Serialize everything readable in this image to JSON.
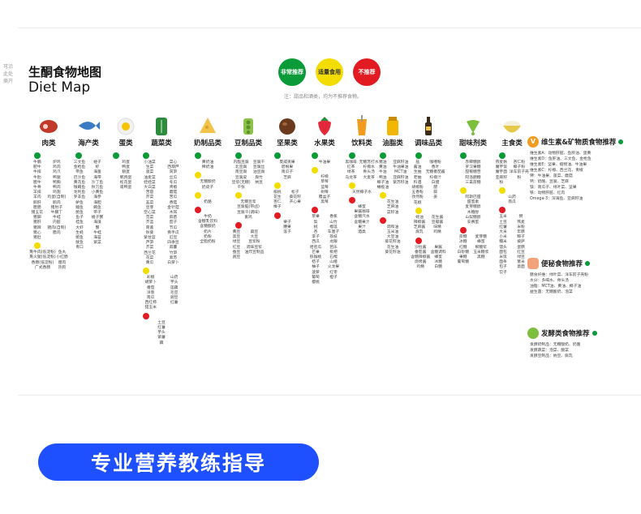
{
  "side_note": "可沿此处撕开",
  "title_cn": "生酮食物地图",
  "title_en": "Diet Map",
  "legend": [
    {
      "label": "非常推荐",
      "color": "#0a9b38"
    },
    {
      "label": "适量食用",
      "color": "#f3dc00"
    },
    {
      "label": "不推荐",
      "color": "#e21b23"
    }
  ],
  "legend_note": "注：甜品和酒类，均为不推荐食物。",
  "columns": [
    {
      "title": "肉类",
      "icon": "steak-icon",
      "groups": [
        {
          "dot": "g",
          "items": [
            "牛腩",
            "肥牛",
            "牛排",
            "牛肋",
            "腊牛",
            "牛骨",
            "羊排",
            "羊肉",
            "鹅肝",
            "腊肠",
            "猪五花",
            "猪脚",
            "猪肝",
            "猪蹄",
            "猪心",
            "猪肚",
            "炉鸡",
            "鸡肉",
            "鸡爪",
            "鸭腿",
            "鸭胸",
            "鸭肉",
            "鸡翅",
            "鸡蛋(自制)",
            "鹅肉",
            "猪肘子",
            "牛腩丁",
            "牛蛙",
            "内脏",
            "猪肉(自制)",
            "腊肉"
          ]
        },
        {
          "dot": "y",
          "items": [
            "熏牛肉(低淀粉)",
            "熏火腿(低淀粉)",
            "香肠(低淀粉)",
            "广式香肠",
            "鱼丸",
            "小红肠",
            "腊肉",
            "热狗"
          ]
        }
      ]
    },
    {
      "title": "海产类",
      "icon": "fish-icon",
      "groups": [
        {
          "dot": "g",
          "items": [
            "三文鱼",
            "金枪鱼",
            "带鱼",
            "巴沙鱼",
            "黄花鱼",
            "银鳕鱼",
            "龙利鱼",
            "罗非鱼",
            "鲈鱼",
            "鳗鱼",
            "鲍鱼",
            "鱼子",
            "桂鱼",
            "大虾",
            "生蚝",
            "鲍鱼",
            "鱿鱼",
            "青口",
            "蛏子",
            "虾",
            "海蜇",
            "海带",
            "沙丁鱼",
            "秋刀鱼",
            "小黄鱼",
            "海参",
            "海胆",
            "鳕鱼",
            "带子",
            "梭子蟹",
            "海藻",
            "蟹",
            "牛蛙",
            "海苔",
            "紫菜"
          ]
        }
      ]
    },
    {
      "title": "蛋类",
      "icon": "egg-icon",
      "groups": [
        {
          "dot": "g",
          "items": [
            "鸡蛋",
            "鸭蛋",
            "鹅蛋",
            "鹌鹑蛋",
            "松花蛋",
            "咸鸭蛋"
          ]
        }
      ]
    },
    {
      "title": "蔬菜类",
      "icon": "vegetable-icon",
      "groups": [
        {
          "dot": "g",
          "items": [
            "小油菜",
            "生菜",
            "菠菜",
            "油麦菜",
            "娃娃菜",
            "大白菜",
            "苦苣",
            "芹菜",
            "韭菜",
            "豆芽",
            "空心菜",
            "苋菜",
            "芥蓝",
            "茼蒿",
            "秋葵",
            "紫甘蓝",
            "芦笋",
            "芥菜",
            "西兰花",
            "花菜",
            "黄瓜",
            "菜心",
            "西葫芦",
            "莴笋",
            "丝瓜",
            "冬瓜",
            "青椒",
            "蘑菇",
            "苦瓜",
            "香菇",
            "金针菇",
            "木耳",
            "蒜苗",
            "茄子",
            "节瓜",
            "佛手瓜",
            "豇豆",
            "四季豆",
            "蒜薹",
            "竹笋",
            "紫苏",
            "白萝卜"
          ]
        },
        {
          "dot": "y",
          "items": [
            "彩椒",
            "胡萝卜",
            "番茄",
            "洋葱",
            "南瓜",
            "西红柿",
            "甜玉米",
            "山药",
            "芋头",
            "莲藕",
            "毛豆",
            "豌豆",
            "红薯"
          ]
        },
        {
          "dot": "r",
          "items": [
            "土豆",
            "红薯",
            "芋头",
            "紫薯",
            "藕"
          ]
        }
      ]
    },
    {
      "title": "奶制品类",
      "icon": "cheese-icon",
      "groups": [
        {
          "dot": "g",
          "items": [
            "黄奶油",
            "稀奶油"
          ]
        },
        {
          "dot": "y",
          "items": [
            "无糖酸奶",
            "奶皮子"
          ]
        },
        {
          "dot": "y",
          "items": [
            "奶酪"
          ]
        },
        {
          "dot": "r",
          "items": [
            "牛奶",
            "含糖乳饮料",
            "含糖酸奶",
            "奶片",
            "奶粉",
            "全脂奶粉"
          ]
        }
      ]
    },
    {
      "title": "豆制品类",
      "icon": "beans-icon",
      "groups": [
        {
          "dot": "g",
          "items": [
            "内酯豆腐",
            "北豆腐",
            "南豆腐",
            "豆腐皮",
            "豆浆(无糖)",
            "千张",
            "豆腐干",
            "豆腐丝",
            "油豆腐",
            "腐竹",
            "纳豆"
          ]
        },
        {
          "dot": "y",
          "items": [
            "无糖豆浆",
            "豆腐脑(带卤)",
            "豆腐干(调味)",
            "素鸡"
          ]
        },
        {
          "dot": "r",
          "items": [
            "黄豆",
            "黑豆",
            "绿豆",
            "红豆",
            "蚕豆",
            "豌豆",
            "扁豆",
            "大豆",
            "豆浆粉",
            "调味豆浆",
            "油炸豆制品"
          ]
        }
      ]
    },
    {
      "title": "坚果类",
      "icon": "nut-icon",
      "groups": [
        {
          "dot": "g",
          "items": [
            "夏威夷果",
            "碧根果",
            "南瓜子",
            "芝麻"
          ]
        },
        {
          "dot": "y",
          "items": [
            "核桃",
            "花生",
            "杏仁",
            "榛子",
            "松子",
            "葵花籽",
            "开心果"
          ]
        },
        {
          "dot": "r",
          "items": [
            "栗子",
            "腰果",
            "莲子"
          ]
        }
      ]
    },
    {
      "title": "水果类",
      "icon": "strawberry-icon",
      "groups": [
        {
          "dot": "g",
          "items": [
            "牛油果"
          ]
        },
        {
          "dot": "y",
          "items": [
            "柠檬",
            "草莓",
            "蓝莓",
            "树莓",
            "覆盆子",
            "黑莓"
          ]
        },
        {
          "dot": "r",
          "items": [
            "苹果",
            "梨",
            "桃",
            "杏",
            "李子",
            "西瓜",
            "哈密瓜",
            "芒果",
            "猕猴桃",
            "桔子",
            "柚子",
            "菠萝",
            "葡萄",
            "樱桃",
            "香蕉",
            "山竹",
            "榴莲",
            "车厘子",
            "荔枝",
            "龙眼",
            "芭乐",
            "枇杷",
            "石榴",
            "山楂",
            "火龙果",
            "红枣",
            "橙子"
          ]
        }
      ]
    },
    {
      "title": "饮料类",
      "icon": "drink-icon",
      "groups": [
        {
          "dot": "g",
          "items": [
            "黑咖啡",
            "红茶",
            "绿茶",
            "乌龙茶",
            "无糖苏打水",
            "柠檬水",
            "骨头汤",
            "大麦茶"
          ]
        },
        {
          "dot": "y",
          "items": [
            "天然椰子水"
          ]
        },
        {
          "dot": "r",
          "items": [
            "蜂蜜",
            "果酱咖啡",
            "含糖汽水",
            "含糖果汁",
            "果汁",
            "酒类"
          ]
        }
      ]
    },
    {
      "title": "油脂类",
      "icon": "oil-icon",
      "groups": [
        {
          "dot": "g",
          "items": [
            "猪油",
            "黄油",
            "牛油",
            "鸭油",
            "椰子油",
            "橄榄油",
            "亚麻籽油",
            "牛油果油",
            "MCT油",
            "亚麻籽油",
            "紫苏籽油"
          ]
        },
        {
          "dot": "y",
          "items": [
            "花生油",
            "芝麻油",
            "菜籽油"
          ]
        },
        {
          "dot": "r",
          "items": [
            "调和油",
            "玉米油",
            "大豆油",
            "葵花籽油",
            "花生油",
            "葵花籽油"
          ]
        }
      ]
    },
    {
      "title": "调味品类",
      "icon": "sauce-icon",
      "groups": [
        {
          "dot": "g",
          "items": [
            "盐",
            "酱油",
            "生抽",
            "老抽",
            "料酒",
            "胡椒粉",
            "五香粉",
            "孜然粉",
            "花椒",
            "咖喱粉",
            "香叶",
            "无糖番茄酱",
            "柠檬汁",
            "白醋",
            "醋",
            "蒜",
            "姜"
          ]
        },
        {
          "dot": "y",
          "items": [
            "蚝油",
            "辣椒酱",
            "芝麻酱",
            "腐乳",
            "花生酱",
            "豆瓣酱",
            "味精",
            "鸡精"
          ]
        },
        {
          "dot": "r",
          "items": [
            "沙拉酱",
            "番茄酱",
            "含糖辣椒酱",
            "烧烤酱",
            "鸡精",
            "果酱",
            "含糖调料",
            "蜂蜜",
            "冰糖",
            "白糖"
          ]
        }
      ]
    },
    {
      "title": "甜味剂类",
      "icon": "sweetener-icon",
      "groups": [
        {
          "dot": "g",
          "items": [
            "赤藓糖醇",
            "罗汉果糖",
            "甜菊糖苷",
            "阿洛酮糖",
            "三氯蔗糖"
          ]
        },
        {
          "dot": "y",
          "items": [
            "阿斯巴甜",
            "甜蜜素",
            "麦芽糖醇",
            "木糖醇",
            "山梨糖醇",
            "安赛蜜"
          ]
        },
        {
          "dot": "r",
          "items": [
            "蔗糖",
            "冰糖",
            "红糖",
            "白砂糖",
            "果糖",
            "葡萄糖",
            "麦芽糖",
            "蜂蜜",
            "枫糖浆",
            "玉米糖浆",
            "黑糖"
          ]
        }
      ]
    },
    {
      "title": "主食类",
      "icon": "bowl-icon",
      "groups": [
        {
          "dot": "g",
          "items": [
            "燕麦麸",
            "魔芋饭",
            "魔芋面",
            "亚麻籽粉",
            "杏仁粉",
            "椰子粉",
            "洋车前子壳粉"
          ]
        },
        {
          "dot": "y",
          "items": [
            "山药",
            "南瓜"
          ]
        },
        {
          "dot": "r",
          "items": [
            "玉米",
            "土豆",
            "红薯",
            "大米",
            "小米",
            "糯米",
            "馒头",
            "面包",
            "米饭",
            "面条",
            "包子",
            "饺子",
            "粥",
            "燕麦",
            "米粉",
            "年糕",
            "粽子",
            "披萨",
            "蛋糕",
            "红豆",
            "绿豆",
            "薏米",
            "意面"
          ]
        }
      ]
    }
  ],
  "right_panels": [
    {
      "title": "维生素&矿物质食物推荐",
      "icon": "vitamin-icon",
      "lines": [
        "维生素A：动物肝脏、鱼肝油、蛋黄",
        "维生素D：鱼肝油、三文鱼、金枪鱼",
        "维生素E：坚果、植物油、牛油果",
        "维生素C：柠檬、西兰花、青椒",
        "钾：牛油果、菠菜、蘑菇",
        "钙：奶酪、豆腐、芝麻",
        "镁：南瓜子、绿叶菜、坚果",
        "铁：动物肝脏、红肉",
        "Omega-3：深海鱼、亚麻籽油"
      ]
    },
    {
      "title": "便秘食物推荐",
      "icon": "intestine-icon",
      "lines": [
        "膳食纤维：绿叶菜、洋车前子壳粉",
        "水分：多喝水、骨头汤",
        "油脂：MCT油、黄油、椰子油",
        "益生菌：无糖酸奶、泡菜"
      ]
    },
    {
      "title": "发酵类食物推荐",
      "icon": "ferment-icon",
      "lines": [
        "发酵奶制品：无糖酸奶、奶酪",
        "发酵蔬菜：泡菜、酸菜",
        "发酵豆制品：纳豆、腐乳"
      ]
    }
  ],
  "banner_text": "专业营养教练指导"
}
